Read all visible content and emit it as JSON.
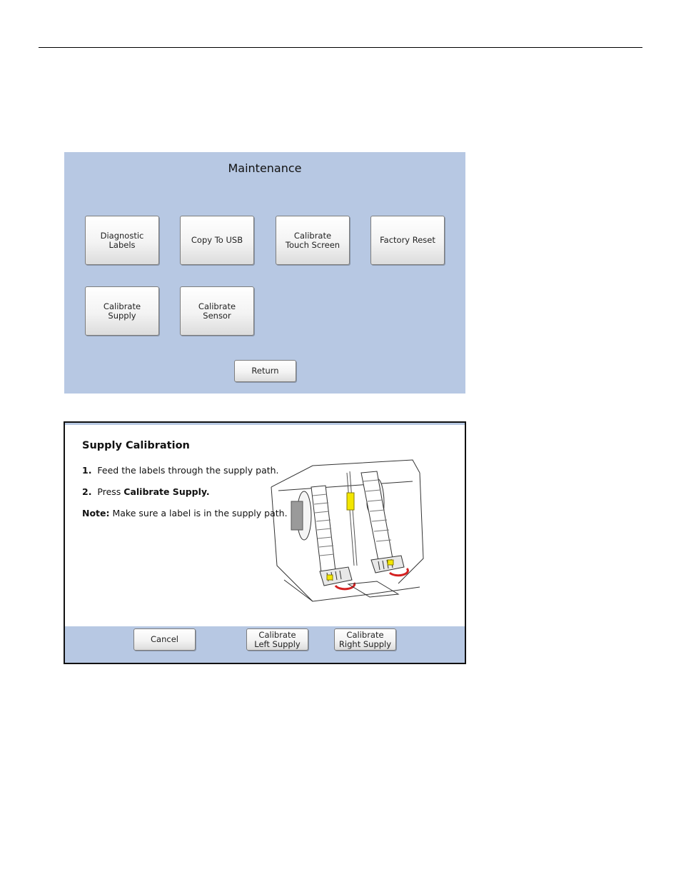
{
  "maintenance": {
    "title": "Maintenance",
    "buttons": {
      "diagnostic_labels": "Diagnostic Labels",
      "copy_to_usb": "Copy To USB",
      "calibrate_touch_screen": "Calibrate Touch Screen",
      "factory_reset": "Factory Reset",
      "calibrate_supply": "Calibrate Supply",
      "calibrate_sensor": "Calibrate Sensor",
      "return": "Return"
    }
  },
  "supply_calibration": {
    "title": "Supply Calibration",
    "steps": [
      {
        "number": "1.",
        "text": "Feed the labels through the supply path."
      },
      {
        "number": "2.",
        "prefix": "Press ",
        "bold": "Calibrate Supply."
      }
    ],
    "note": {
      "label": "Note:",
      "text": " Make sure a label is in the supply path."
    },
    "buttons": {
      "cancel": "Cancel",
      "calibrate_left": "Calibrate Left Supply",
      "calibrate_right": "Calibrate Right Supply"
    }
  },
  "colors": {
    "panel_bg": "#b7c8e3",
    "highlight_yellow": "#f2e600",
    "arrow_red": "#d42020"
  },
  "icons": {
    "illustration": "printer-supply-path-illustration"
  }
}
